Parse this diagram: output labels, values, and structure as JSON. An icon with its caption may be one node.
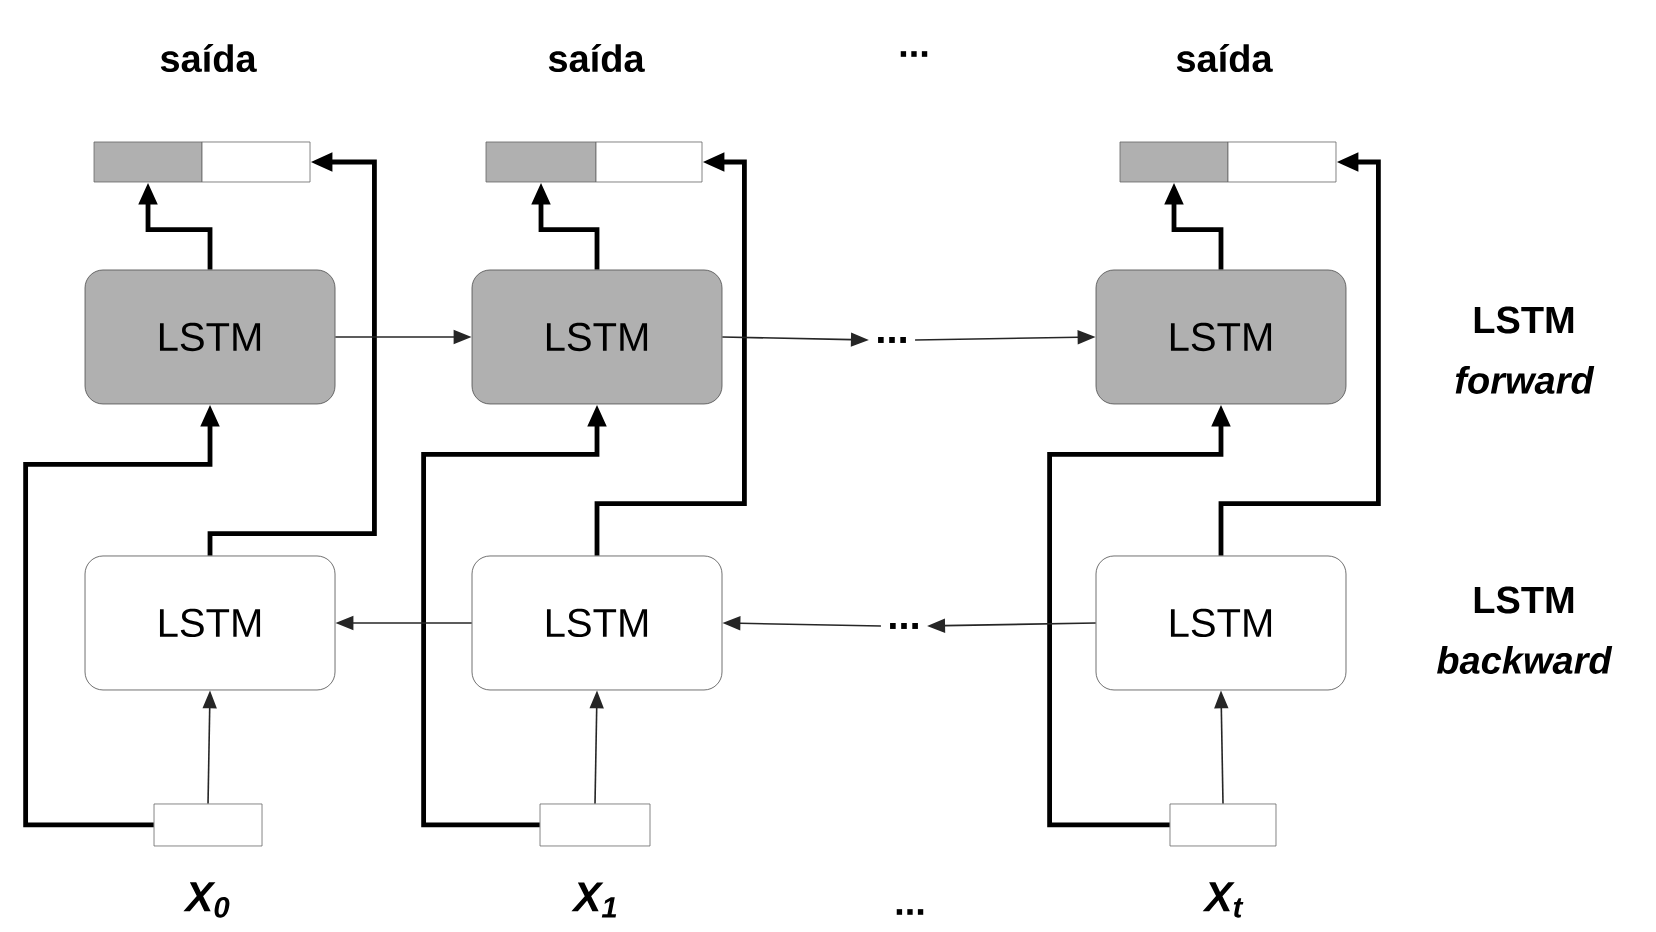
{
  "diagram": {
    "nodes": [
      {
        "text": [],
        "shape": "box"
      },
      {
        "text": [],
        "shape": "box"
      },
      {
        "text": [],
        "shape": "box"
      },
      {
        "text": [],
        "shape": "box"
      },
      {
        "text": [],
        "shape": "box"
      },
      {
        "text": [],
        "shape": "box"
      },
      {
        "text": [
          "LSTM"
        ]
      },
      {
        "text": [
          "LSTM"
        ]
      },
      {
        "text": [
          "..."
        ]
      },
      {
        "text": [
          "LSTM"
        ]
      },
      {
        "text": [
          "LSTM"
        ]
      },
      {
        "text": [
          "LSTM"
        ]
      },
      {
        "text": [
          "..."
        ]
      },
      {
        "text": [
          "LSTM"
        ]
      },
      {
        "text": [],
        "shape": "box",
        "beside": [
          "X$_{0}$"
        ]
      },
      {
        "text": [],
        "shape": "box",
        "beside": [
          "X$_{1}$"
        ]
      },
      {
        "text": [],
        "shape": "box",
        "beside": [
          "X$_{t}$"
        ]
      }
    ],
    "edges": [
      {
        "from": 6,
        "to": 0,
        "arrow": "to",
        "style": "thick"
      },
      {
        "from": 7,
        "to": 2,
        "arrow": "to",
        "style": "thick"
      },
      {
        "from": 9,
        "to": 4,
        "arrow": "to",
        "style": "thick"
      },
      {
        "from": 10,
        "to": 1,
        "arrow": "to",
        "style": "thick"
      },
      {
        "from": 11,
        "to": 3,
        "arrow": "to",
        "style": "thick"
      },
      {
        "from": 13,
        "to": 5,
        "arrow": "to",
        "style": "thick"
      },
      {
        "from": 14,
        "to": 6,
        "arrow": "to",
        "style": "thick"
      },
      {
        "from": 15,
        "to": 7,
        "arrow": "to",
        "style": "thick"
      },
      {
        "from": 16,
        "to": 9,
        "arrow": "to",
        "style": "thick"
      },
      {
        "from": 6,
        "to": 7,
        "arrow": "to"
      },
      {
        "from": 7,
        "to": 8,
        "arrow": "to"
      },
      {
        "from": 8,
        "to": 9,
        "arrow": "to"
      },
      {
        "from": 11,
        "to": 10,
        "arrow": "to"
      },
      {
        "from": 12,
        "to": 11,
        "arrow": "to"
      },
      {
        "from": 13,
        "to": 12,
        "arrow": "to"
      },
      {
        "from": 14,
        "to": 10,
        "arrow": "to"
      },
      {
        "from": 15,
        "to": 11,
        "arrow": "to"
      },
      {
        "from": 16,
        "to": 13,
        "arrow": "to"
      }
    ],
    "labels": [
      "saída",
      "saída",
      "...",
      "saída",
      "LSTM",
      "forward",
      "LSTM",
      "backward",
      "..."
    ]
  }
}
